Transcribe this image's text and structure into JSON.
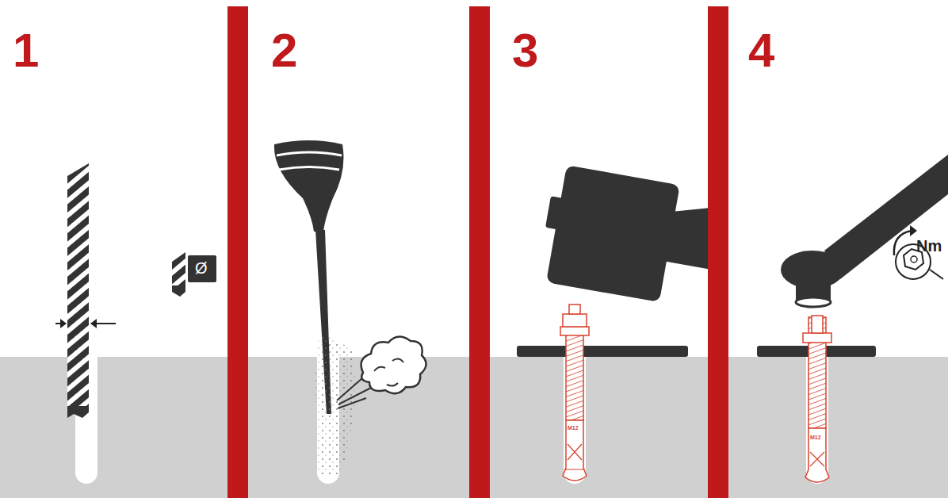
{
  "diagram": {
    "labels": [
      "1",
      "2",
      "3",
      "4",
      "Ø",
      "Nm",
      "M12",
      "M12"
    ]
  }
}
